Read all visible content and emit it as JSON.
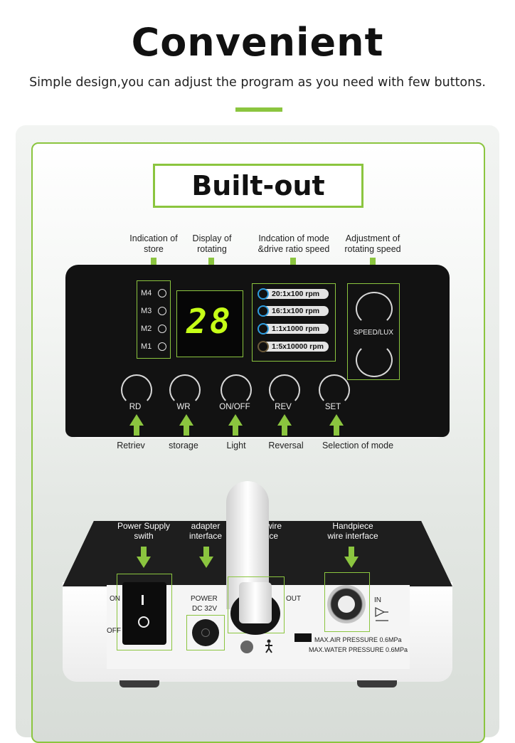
{
  "header": {
    "title": "Convenient",
    "subtitle": "Simple design,you can adjust the program as you need with few buttons."
  },
  "section": {
    "label": "Built-out"
  },
  "front_annotations": {
    "store": "Indication of\nstore",
    "rotating": "Display of\nrotating",
    "mode": "Indcation of mode\n&drive ratio speed",
    "speed": "Adjustment of\nrotating speed"
  },
  "front_panel": {
    "memory_labels": [
      "M4",
      "M3",
      "M2",
      "M1"
    ],
    "display_value": "28",
    "modes": [
      "20:1x100   rpm",
      "16:1x100   rpm",
      "1:1x1000   rpm",
      "1:5x10000 rpm"
    ],
    "speed_label": "SPEED/LUX",
    "buttons": [
      "RD",
      "WR",
      "ON/OFF",
      "REV",
      "SET"
    ]
  },
  "bottom_labels": [
    "Retriev",
    "storage",
    "Light",
    "Reversal",
    "Selection of mode"
  ],
  "back_annotations": {
    "power": "Power Supply\nswith",
    "adapter": "adapter\ninterface",
    "motor": "Motor wire\ninterface",
    "handpiece": "Handpiece\nwire interface"
  },
  "back_panel": {
    "on": "ON",
    "off": "OFF",
    "power": "POWER",
    "dc": "DC 32V",
    "out": "OUT",
    "in": "IN",
    "air": "MAX.AIR PRESSURE 0.6MPa",
    "water": "MAX.WATER PRESSURE 0.6MPa"
  },
  "colors": {
    "accent": "#8bc53f",
    "display": "#c6ff17",
    "device": "#121212"
  }
}
